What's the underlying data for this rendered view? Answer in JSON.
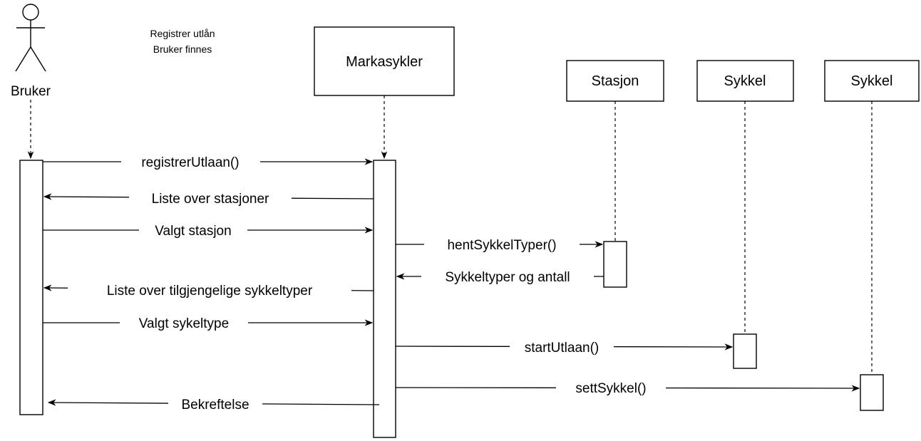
{
  "note": {
    "line1": "Registrer utlån",
    "line2": "Bruker finnes"
  },
  "actor": {
    "label": "Bruker"
  },
  "participants": {
    "markasykler": "Markasykler",
    "stasjon": "Stasjon",
    "sykkel1": "Sykkel",
    "sykkel2": "Sykkel"
  },
  "messages": {
    "m1": "registrerUtlaan()",
    "m2": "Liste over stasjoner",
    "m3": "Valgt stasjon",
    "m4": "hentSykkelTyper()",
    "m5": "Sykkeltyper og antall",
    "m6": "Liste over tilgjengelige sykkeltyper",
    "m7": "Valgt sykeltype",
    "m8": "startUtlaan()",
    "m9": "settSykkel()",
    "m10": "Bekreftelse"
  }
}
